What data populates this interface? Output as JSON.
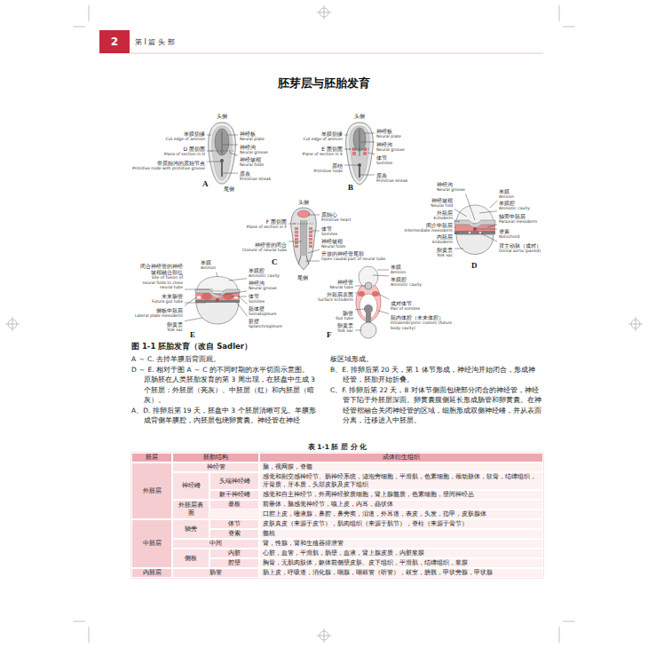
{
  "diagram": {
    "title": "胚芽层与胚胎发育",
    "caption": "图 1-1 胚胎发育（改自 Sadler）",
    "nodes": [
      {
        "text": [
          "2"
        ]
      }
    ],
    "labels": [
      "第 I 篇 头 部",
      "头侧",
      "羊膜切缘",
      "Cut edge of amnion",
      "D 面切面",
      "Plane of section in D",
      "带原始沟的原始节点",
      "Primitive node with primitive groove",
      "神经板",
      "Neural plate",
      "神经沟",
      "Neural groove",
      "神经皱褶",
      "Neural folds",
      "原条",
      "Primitive streak",
      "A",
      "尾侧",
      "头侧",
      "羊膜切缘",
      "Cut edge of amnion",
      "E 面切面",
      "Plane of section in E",
      "原结",
      "Primitive node",
      "神经板",
      "Neural plate",
      "神经沟",
      "Neural groove",
      "体节",
      "Somites",
      "原条",
      "Primitive streak",
      "B",
      "头侧",
      "F 面切面",
      "Plane of section in F",
      "神经管的闭合",
      "Closure of neural tube",
      "原始心",
      "Primitive heart",
      "体节",
      "Somites",
      "神经皱褶",
      "Neural folds",
      "开放的神经管尾部",
      "Open caudal part of neural tube",
      "C",
      "尾侧",
      "神经沟",
      "Neural groove",
      "羊膜",
      "Amnion",
      "羊膜腔",
      "Amniotic cavity",
      "轴旁中胚层",
      "Paraxial mesoderm",
      "脊索",
      "Notochord",
      "背主动脉（成对）",
      "Dorsal aorta (paired)",
      "神经皱褶",
      "Neural fold",
      "外胚层",
      "Ectoderm",
      "间介中胚层",
      "Intermediate mesoderm",
      "内胚层",
      "Endoderm",
      "卵黄囊",
      "Yolk sac",
      "D",
      "闭合神经管的神经皱褶融合部位",
      "Site of fusion of neural folds to close neural tube",
      "羊膜",
      "Amnion",
      "未来肠管",
      "Future gut tube",
      "侧板中胚层",
      "Lateral plate mesoderm",
      "卵黄囊",
      "Yolk sac",
      "羊膜腔",
      "Amniotic cavity",
      "神经沟",
      "Neural groove",
      "体节",
      "Somites",
      "胚体壁",
      "Somatopleure",
      "脏壁",
      "Splanchnopleure",
      "E",
      "羊膜",
      "Amnion",
      "羊膜腔",
      "Amniotic cavity",
      "成对体节",
      "Pair of somites",
      "胚内体腔（未来体腔）",
      "Intraembryonic coelom (future body cavity)",
      "神经管",
      "Neural tube",
      "外胚层表面",
      "Surface ectoderm",
      "肠管",
      "Gut tube",
      "卵黄囊",
      "Yolk sac",
      "F",
      "A ～ C. 去掉羊膜后背面观。",
      "D ～ E. 相对于图 A ～ C 的不同时期的水平切面示意图。",
      "原肠胚在人类胚胎发育的第 3 周出现，在胚盘中生成 3 个胚层：外胚层（亮灰）、中胚层（红）和内胚层（暗灰）。",
      "A、D. 排卵后第 19 天，胚盘中 3 个胚层清晰可见。羊膜形成背侧羊膜腔，内胚层包绕卵黄囊。神经管在神经",
      "板区域形成。",
      "B、E. 排卵后第 20 天，第 1 体节形成，神经沟开始闭合，形成神经管，胚胎开始折叠。",
      "C、F. 排卵后第 22 天，8 对体节侧面包绕部分闭合的神经管，神经管下陷于外胚层深面。卵黄囊腹侧延长形成肠管和卵黄囊。在神经管褶融合关闭神经管的区域，细胞形成双侧神经嵴，并从表面分离，迁移进入中胚层。",
      "表 1-1 胚 层 分 化",
      "胚层",
      "胚胎结构",
      "成体衍生组织",
      "外胚层",
      "神经管",
      "脑，视网膜，脊髓",
      "神经嵴",
      "头端神经嵴",
      "感觉和副交感神经节、肠神经系统，滤泡旁细胞，平滑肌，色素细胞，颈动脉体，软骨，结缔组织，牙骨质，牙本质，头部皮肤及皮下组织",
      "躯干神经嵴",
      "感觉和自主神经节，外周神经胶质细胞，肾上腺髓质，色素细胞，壁间神经丛",
      "外胚层表面",
      "基板",
      "前垂体，脑感觉神经节，嗅上皮，内耳，晶状体",
      "口腔上皮，唾液腺，鼻腔，鼻旁窦，泪道，外耳道，表皮，头发，指甲，皮肤腺体",
      "中胚层",
      "轴旁",
      "体节",
      "皮肤真皮（来源于皮节），肌肉组织（来源于肌节），脊柱（来源于骨节）",
      "脊索",
      "髓核",
      "中间",
      "肾，性腺，肾和生殖器排泄管",
      "侧板",
      "内脏",
      "心脏，血管，平滑肌，肠壁，血液，肾上腺皮质，内脏浆膜",
      "腔壁",
      "胸骨，无肌肉肢体，躯体前侧壁皮肤、皮下组织，平滑肌，结缔组织，浆膜",
      "内胚层",
      "肠管",
      "肠上皮，呼吸道，消化腺，咽腺，咽鼓管（听管），鼓室，膀胱，甲状旁腺，甲状腺"
    ]
  }
}
